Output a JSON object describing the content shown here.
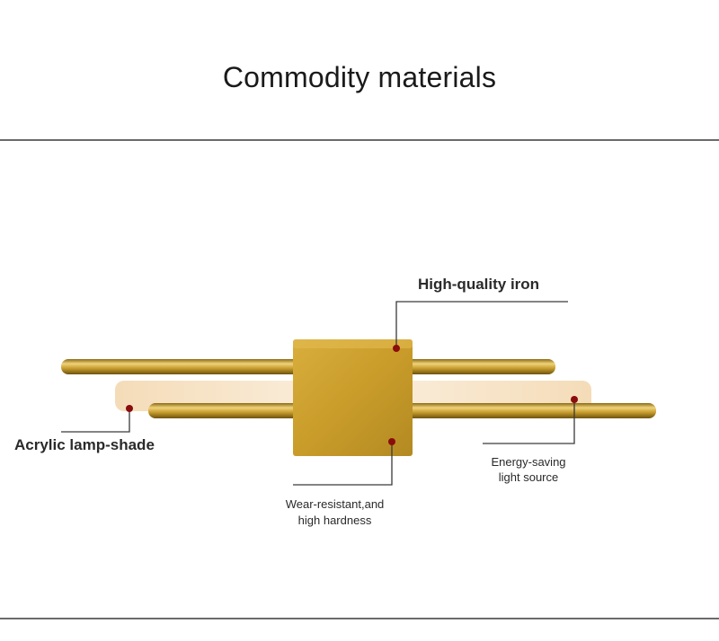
{
  "title": "Commodity materials",
  "labels": {
    "iron": "High-quality iron",
    "acrylic": "Acrylic lamp-shade",
    "energy_line1": "Energy-saving",
    "energy_line2": "light source",
    "wear_line1": "Wear-resistant,and",
    "wear_line2": "high hardness"
  },
  "colors": {
    "gold": "#c9a12c",
    "marker": "#8b0c0c",
    "rule": "#6a6a6a"
  }
}
